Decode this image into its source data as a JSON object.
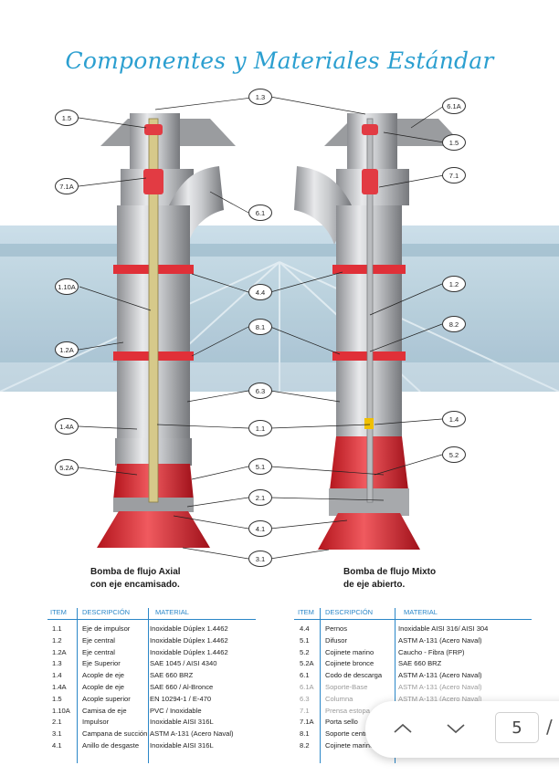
{
  "title": "Componentes y Materiales Estándar",
  "callouts_left": [
    "1.5",
    "7.1A",
    "1.10A",
    "1.2A",
    "1.4A",
    "5.2A"
  ],
  "callouts_center": [
    "1.3",
    "6.1",
    "4.4",
    "8.1",
    "6.3",
    "1.1",
    "5.1",
    "2.1",
    "4.1",
    "3.1"
  ],
  "callouts_right": [
    "6.1A",
    "1.5",
    "7.1",
    "1.2",
    "8.2",
    "1.4",
    "5.2"
  ],
  "caption_left": [
    "Bomba de flujo Axial",
    "con eje encamisado."
  ],
  "caption_right": [
    "Bomba de flujo Mixto",
    "de eje abierto."
  ],
  "table_headers": {
    "item": "ITEM",
    "desc": "DESCRIPCIÓN",
    "material": "MATERIAL"
  },
  "table_left": [
    {
      "item": "1.1",
      "desc": "Eje de impulsor",
      "material": "Inoxidable Dúplex 1.4462"
    },
    {
      "item": "1.2",
      "desc": "Eje central",
      "material": "Inoxidable Dúplex 1.4462"
    },
    {
      "item": "1.2A",
      "desc": "Eje central",
      "material": "Inoxidable Dúplex 1.4462"
    },
    {
      "item": "1.3",
      "desc": "Eje Superior",
      "material": "SAE 1045 / AISI 4340"
    },
    {
      "item": "1.4",
      "desc": "Acople de eje",
      "material": "SAE 660 BRZ"
    },
    {
      "item": "1.4A",
      "desc": "Acople de eje",
      "material": "SAE 660 / Al-Bronce"
    },
    {
      "item": "1.5",
      "desc": "Acople superior",
      "material": "EN 10294-1 / E-470"
    },
    {
      "item": "1.10A",
      "desc": "Camisa de eje",
      "material": "PVC / Inoxidable"
    },
    {
      "item": "2.1",
      "desc": "Impulsor",
      "material": "Inoxidable AISI 316L"
    },
    {
      "item": "3.1",
      "desc": "Campana de succión",
      "material": "ASTM A-131 (Acero Naval)"
    },
    {
      "item": "4.1",
      "desc": "Anillo de desgaste",
      "material": "Inoxidable AISI 316L"
    }
  ],
  "table_right": [
    {
      "item": "4.4",
      "desc": "Pernos",
      "material": "Inoxidable AISI 316/ AISI 304",
      "faded": false
    },
    {
      "item": "5.1",
      "desc": "Difusor",
      "material": "ASTM A-131 (Acero Naval)",
      "faded": false
    },
    {
      "item": "5.2",
      "desc": "Cojinete marino",
      "material": "Caucho - Fibra (FRP)",
      "faded": false
    },
    {
      "item": "5.2A",
      "desc": "Cojinete bronce",
      "material": "SAE 660 BRZ",
      "faded": false
    },
    {
      "item": "6.1",
      "desc": "Codo de descarga",
      "material": "ASTM A-131 (Acero Naval)",
      "faded": false
    },
    {
      "item": "6.1A",
      "desc": "Soporte-Base",
      "material": "ASTM A-131 (Acero Naval)",
      "faded": true
    },
    {
      "item": "6.3",
      "desc": "Columna",
      "material": "ASTM A-131 (Acero Naval)",
      "faded": true
    },
    {
      "item": "7.1",
      "desc": "Prensa estopa",
      "material": "",
      "faded": true
    },
    {
      "item": "7.1A",
      "desc": "Porta sello",
      "material": "",
      "faded": false
    },
    {
      "item": "8.1",
      "desc": "Soporte centr...",
      "material": "",
      "faded": false
    },
    {
      "item": "8.2",
      "desc": "Cojinete marino",
      "material": "",
      "faded": false
    }
  ],
  "pager": {
    "current_page": "5",
    "separator": "/"
  }
}
